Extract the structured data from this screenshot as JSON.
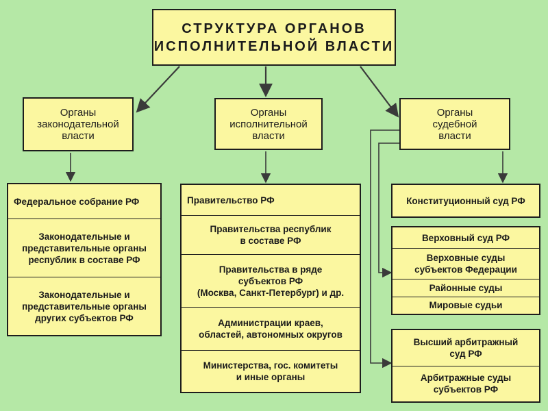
{
  "title": "СТРУКТУРА ОРГАНОВ\nИСПОЛНИТЕЛЬНОЙ ВЛАСТИ",
  "branches": {
    "legislative": "Органы\nзаконодательной\nвласти",
    "executive": "Органы\nисполнительной\nвласти",
    "judicial": "Органы\nсудебной\nвласти"
  },
  "legislative_list": [
    "Федеральное собрание РФ",
    "Законодательные и\nпредставительные органы\nреспублик в составе РФ",
    "Законодательные и\nпредставительные органы\nдругих субъектов РФ"
  ],
  "executive_list": [
    "Правительство РФ",
    "Правительства республик\nв составе РФ",
    "Правительства в ряде\nсубъектов РФ\n(Москва, Санкт-Петербург) и др.",
    "Администрации краев,\nобластей, автономных округов",
    "Министерства, гос. комитеты\nи иные органы"
  ],
  "constitutional_court": "Конституционный суд РФ",
  "general_courts": [
    "Верховный суд РФ",
    "Верховные суды\nсубъектов Федерации",
    "Районные суды",
    "Мировые судьи"
  ],
  "arbitration_courts": [
    "Высший арбитражный\nсуд РФ",
    "Арбитражные суды\nсубъектов РФ"
  ]
}
